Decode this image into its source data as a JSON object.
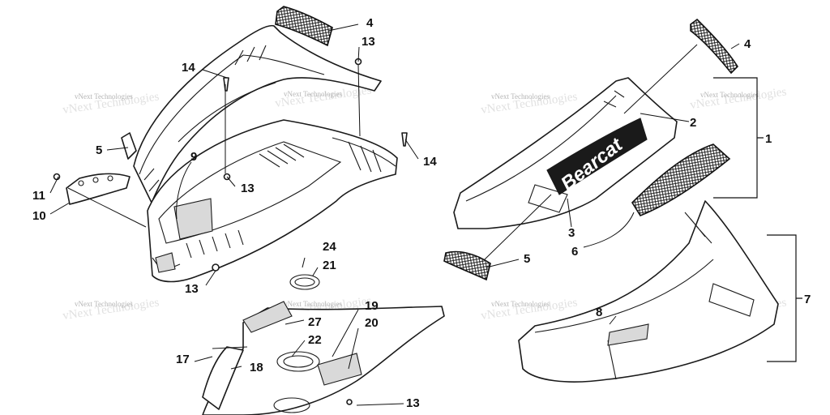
{
  "watermark": "vNext Technologies",
  "brand_logo": "Bearcat",
  "callouts": [
    "1",
    "2",
    "3",
    "4",
    "4",
    "5",
    "5",
    "6",
    "7",
    "8",
    "9",
    "10",
    "11",
    "13",
    "13",
    "13",
    "13",
    "14",
    "14",
    "17",
    "18",
    "19",
    "20",
    "21",
    "22",
    "24",
    "27"
  ]
}
